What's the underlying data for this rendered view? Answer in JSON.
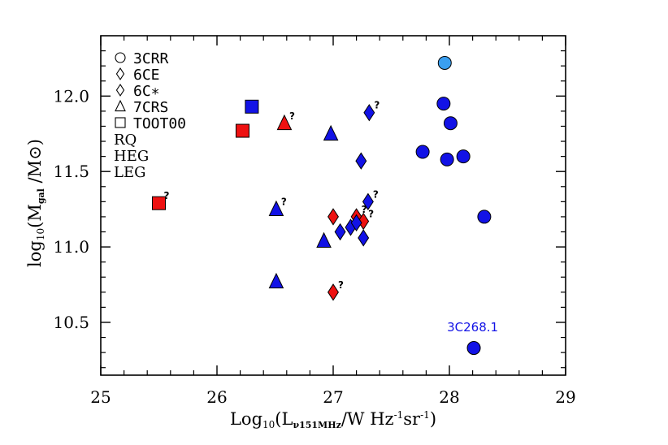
{
  "chart_data": {
    "type": "scatter",
    "x_label_parts": {
      "base": "Log",
      "sub": "10",
      "open": "(L",
      "nu": "ν151MHz",
      "mid": "/W Hz",
      "sup1": "-1",
      "sr": "sr",
      "sup2": "-1",
      "close": ")"
    },
    "y_label_parts": {
      "base": "log",
      "sub": "10",
      "open": "(M",
      "gal": "gal",
      "mid": " /M",
      "sun": "⊙",
      "close": ")"
    },
    "xlim": [
      25,
      29
    ],
    "ylim": [
      10.15,
      12.4
    ],
    "x_ticks": [
      25,
      26,
      27,
      28,
      29
    ],
    "y_ticks": [
      10.5,
      11.0,
      11.5,
      12.0
    ],
    "x_tick_labels": [
      "25",
      "26",
      "27",
      "28",
      "29"
    ],
    "y_tick_labels": [
      "10.5",
      "11.0",
      "11.5",
      "12.0"
    ],
    "grid": false,
    "legend_placement": "top-left",
    "legend_shapes": [
      {
        "label": "3CRR",
        "marker": "circle"
      },
      {
        "label": "6CE",
        "marker": "diamond"
      },
      {
        "label": "6C∗",
        "marker": "diamond"
      },
      {
        "label": "7CRS",
        "marker": "triangle"
      },
      {
        "label": "TOOT00",
        "marker": "square"
      }
    ],
    "legend_colors": [
      {
        "label": "RQ",
        "color": "#3a9ff0"
      },
      {
        "label": "HEG",
        "color": "#1212e6"
      },
      {
        "label": "LEG",
        "color": "#ee1111"
      }
    ],
    "annotation": {
      "text": "3C268.1",
      "x": 28.2,
      "y": 10.44
    },
    "question_mark": "?",
    "points": [
      {
        "marker": "circle",
        "class": "RQ",
        "x": 27.96,
        "y": 12.22
      },
      {
        "marker": "circle",
        "class": "HEG",
        "x": 27.95,
        "y": 11.95
      },
      {
        "marker": "circle",
        "class": "HEG",
        "x": 28.01,
        "y": 11.82
      },
      {
        "marker": "circle",
        "class": "HEG",
        "x": 27.77,
        "y": 11.63
      },
      {
        "marker": "circle",
        "class": "HEG",
        "x": 27.98,
        "y": 11.58
      },
      {
        "marker": "circle",
        "class": "HEG",
        "x": 28.12,
        "y": 11.6
      },
      {
        "marker": "circle",
        "class": "HEG",
        "x": 28.3,
        "y": 11.2
      },
      {
        "marker": "circle",
        "class": "HEG",
        "x": 28.21,
        "y": 10.33
      },
      {
        "marker": "square",
        "class": "HEG",
        "x": 26.3,
        "y": 11.93
      },
      {
        "marker": "square",
        "class": "LEG",
        "x": 26.22,
        "y": 11.77
      },
      {
        "marker": "square",
        "class": "LEG",
        "x": 25.5,
        "y": 11.29,
        "question": true
      },
      {
        "marker": "triangle",
        "class": "LEG",
        "x": 26.58,
        "y": 11.82,
        "question": true
      },
      {
        "marker": "triangle",
        "class": "HEG",
        "x": 26.98,
        "y": 11.75
      },
      {
        "marker": "triangle",
        "class": "HEG",
        "x": 26.51,
        "y": 11.25,
        "question": true
      },
      {
        "marker": "triangle",
        "class": "HEG",
        "x": 26.92,
        "y": 11.04
      },
      {
        "marker": "triangle",
        "class": "HEG",
        "x": 26.51,
        "y": 10.77
      },
      {
        "marker": "diamond",
        "class": "HEG",
        "x": 27.31,
        "y": 11.89,
        "question": true
      },
      {
        "marker": "diamond",
        "class": "HEG",
        "x": 27.24,
        "y": 11.57
      },
      {
        "marker": "diamond",
        "class": "HEG",
        "x": 27.3,
        "y": 11.3,
        "question": true
      },
      {
        "marker": "diamond",
        "class": "LEG",
        "x": 27.0,
        "y": 11.2
      },
      {
        "marker": "diamond",
        "class": "LEG",
        "x": 27.2,
        "y": 11.2,
        "question": true
      },
      {
        "marker": "diamond",
        "class": "LEG",
        "x": 27.26,
        "y": 11.17,
        "question": true
      },
      {
        "marker": "diamond",
        "class": "HEG",
        "x": 27.06,
        "y": 11.1
      },
      {
        "marker": "diamond",
        "class": "HEG",
        "x": 27.15,
        "y": 11.13
      },
      {
        "marker": "diamond",
        "class": "HEG",
        "x": 27.2,
        "y": 11.16
      },
      {
        "marker": "diamond",
        "class": "HEG",
        "x": 27.26,
        "y": 11.06
      },
      {
        "marker": "diamond",
        "class": "LEG",
        "x": 27.0,
        "y": 10.7,
        "question": true
      }
    ]
  }
}
